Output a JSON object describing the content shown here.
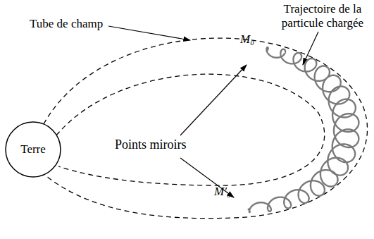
{
  "diagram": {
    "nodes": [
      {
        "text": [
          "Terre"
        ]
      }
    ],
    "labels": [
      "Tube de champ",
      "Trajectoire de la particule chargée",
      "Points miroirs",
      "M₀",
      "M′₀"
    ]
  }
}
